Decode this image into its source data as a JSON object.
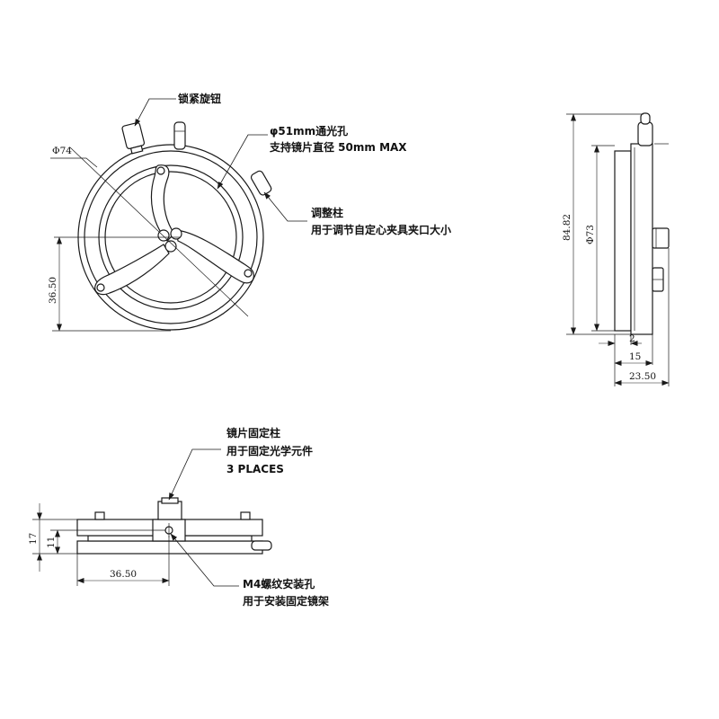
{
  "annotations": {
    "lock_knob": "锁紧旋钮",
    "aperture_line1": "φ51mm通光孔",
    "aperture_line2": "支持镜片直径 50mm MAX",
    "adjust_post_line1": "调整柱",
    "adjust_post_line2": "用于调节自定心夹具夹口大小",
    "lens_post_line1": "镜片固定柱",
    "lens_post_line2": "用于固定光学元件",
    "lens_post_line3": "3 PLACES",
    "m4_hole_line1": "M4螺纹安装孔",
    "m4_hole_line2": "用于安装固定镜架"
  },
  "dimensions": {
    "front_outer_diameter": "Φ74",
    "front_center_height": "36.50",
    "side_height": "84.82",
    "side_inner_diameter": "Φ73",
    "side_flange": "2",
    "side_body": "15",
    "side_total": "23.50",
    "bottom_height": "17",
    "bottom_hole_height": "11",
    "bottom_hole_offset": "36.50"
  },
  "colors": {
    "line": "#1a1a1a",
    "background": "#ffffff"
  }
}
